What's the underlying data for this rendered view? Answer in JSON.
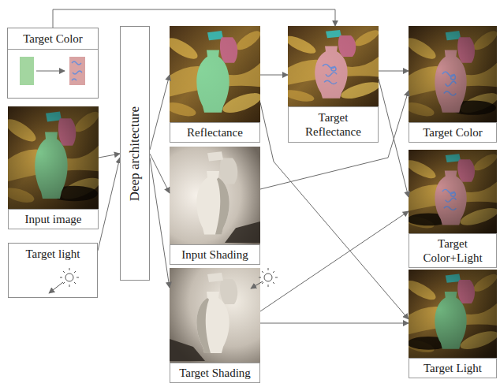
{
  "diagram": {
    "nodes": [
      {
        "text": [
          "Target Color"
        ]
      },
      {
        "text": [
          "Input image"
        ]
      },
      {
        "text": [
          "Target light"
        ]
      },
      {
        "text": [
          "Deep architecture"
        ]
      },
      {
        "text": [
          "Reflectance"
        ]
      },
      {
        "text": [
          "Input Shading"
        ]
      },
      {
        "text": [
          "Target Shading"
        ]
      },
      {
        "text": [
          "Target Reflectance"
        ]
      },
      {
        "text": [
          "Target Color"
        ]
      },
      {
        "text": [
          "Target Color+Light"
        ]
      },
      {
        "text": [
          "Target Light"
        ]
      }
    ],
    "edges": [
      {
        "from": 0,
        "to": 7,
        "arrow": "to"
      },
      {
        "from": 1,
        "to": 3,
        "arrow": "to"
      },
      {
        "from": 2,
        "to": 3,
        "arrow": "to"
      },
      {
        "from": 3,
        "to": 4,
        "arrow": "to"
      },
      {
        "from": 3,
        "to": 5,
        "arrow": "to"
      },
      {
        "from": 3,
        "to": 6,
        "arrow": "to"
      },
      {
        "from": 4,
        "to": 7,
        "arrow": "to"
      },
      {
        "from": 7,
        "to": 8,
        "arrow": "to"
      },
      {
        "from": 7,
        "to": 9,
        "arrow": "to"
      },
      {
        "from": 5,
        "to": 8,
        "arrow": "to"
      },
      {
        "from": 6,
        "to": 9,
        "arrow": "to"
      },
      {
        "from": 4,
        "to": 10,
        "arrow": "to"
      },
      {
        "from": 6,
        "to": 10,
        "arrow": "to"
      }
    ]
  }
}
